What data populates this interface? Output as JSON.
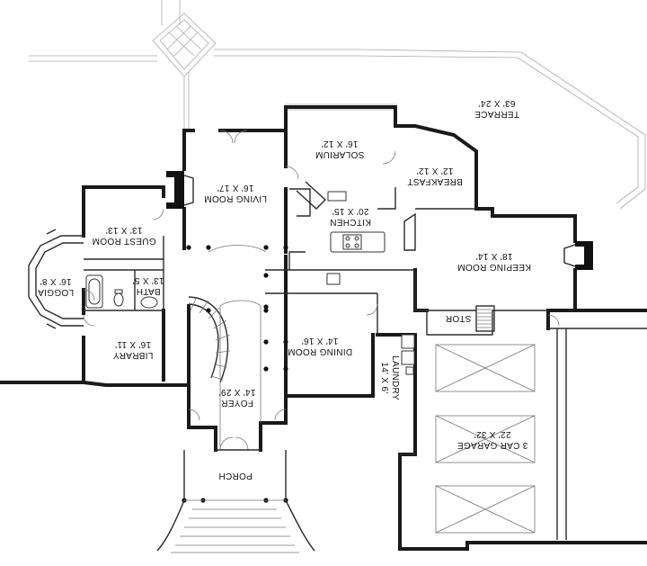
{
  "rooms": {
    "terrace": {
      "name": "TERRACE",
      "size": "63' X 24'"
    },
    "solarium": {
      "name": "SOLARIUM",
      "size": "16' X 12'"
    },
    "breakfast": {
      "name": "BREAKFAST",
      "size": "12' X 12'"
    },
    "living_room": {
      "name": "LIVING ROOM",
      "size": "16' X 17'"
    },
    "kitchen": {
      "name": "KITCHEN",
      "size": "20' X 15'"
    },
    "guest_room": {
      "name": "GUEST ROOM",
      "size": "13' X 13'"
    },
    "keeping_room": {
      "name": "KEEPING ROOM",
      "size": "18' X 14'"
    },
    "loggia": {
      "name": "LOGGIA",
      "size": "16' X 8'"
    },
    "bath": {
      "name": "BATH",
      "size": "13' X 5'"
    },
    "stor": {
      "name": "STOR",
      "size": ""
    },
    "library": {
      "name": "LIBRARY",
      "size": "16' X 11'"
    },
    "dining_room": {
      "name": "DINING ROOM",
      "size": "14' X 16'"
    },
    "laundry": {
      "name": "LAUNDRY",
      "size": "14' X 6'"
    },
    "foyer": {
      "name": "FOYER",
      "size": "14' X 29'"
    },
    "garage": {
      "name": "3 CAR GARAGE",
      "size": "22' X 32'"
    },
    "porch": {
      "name": "PORCH",
      "size": ""
    }
  }
}
